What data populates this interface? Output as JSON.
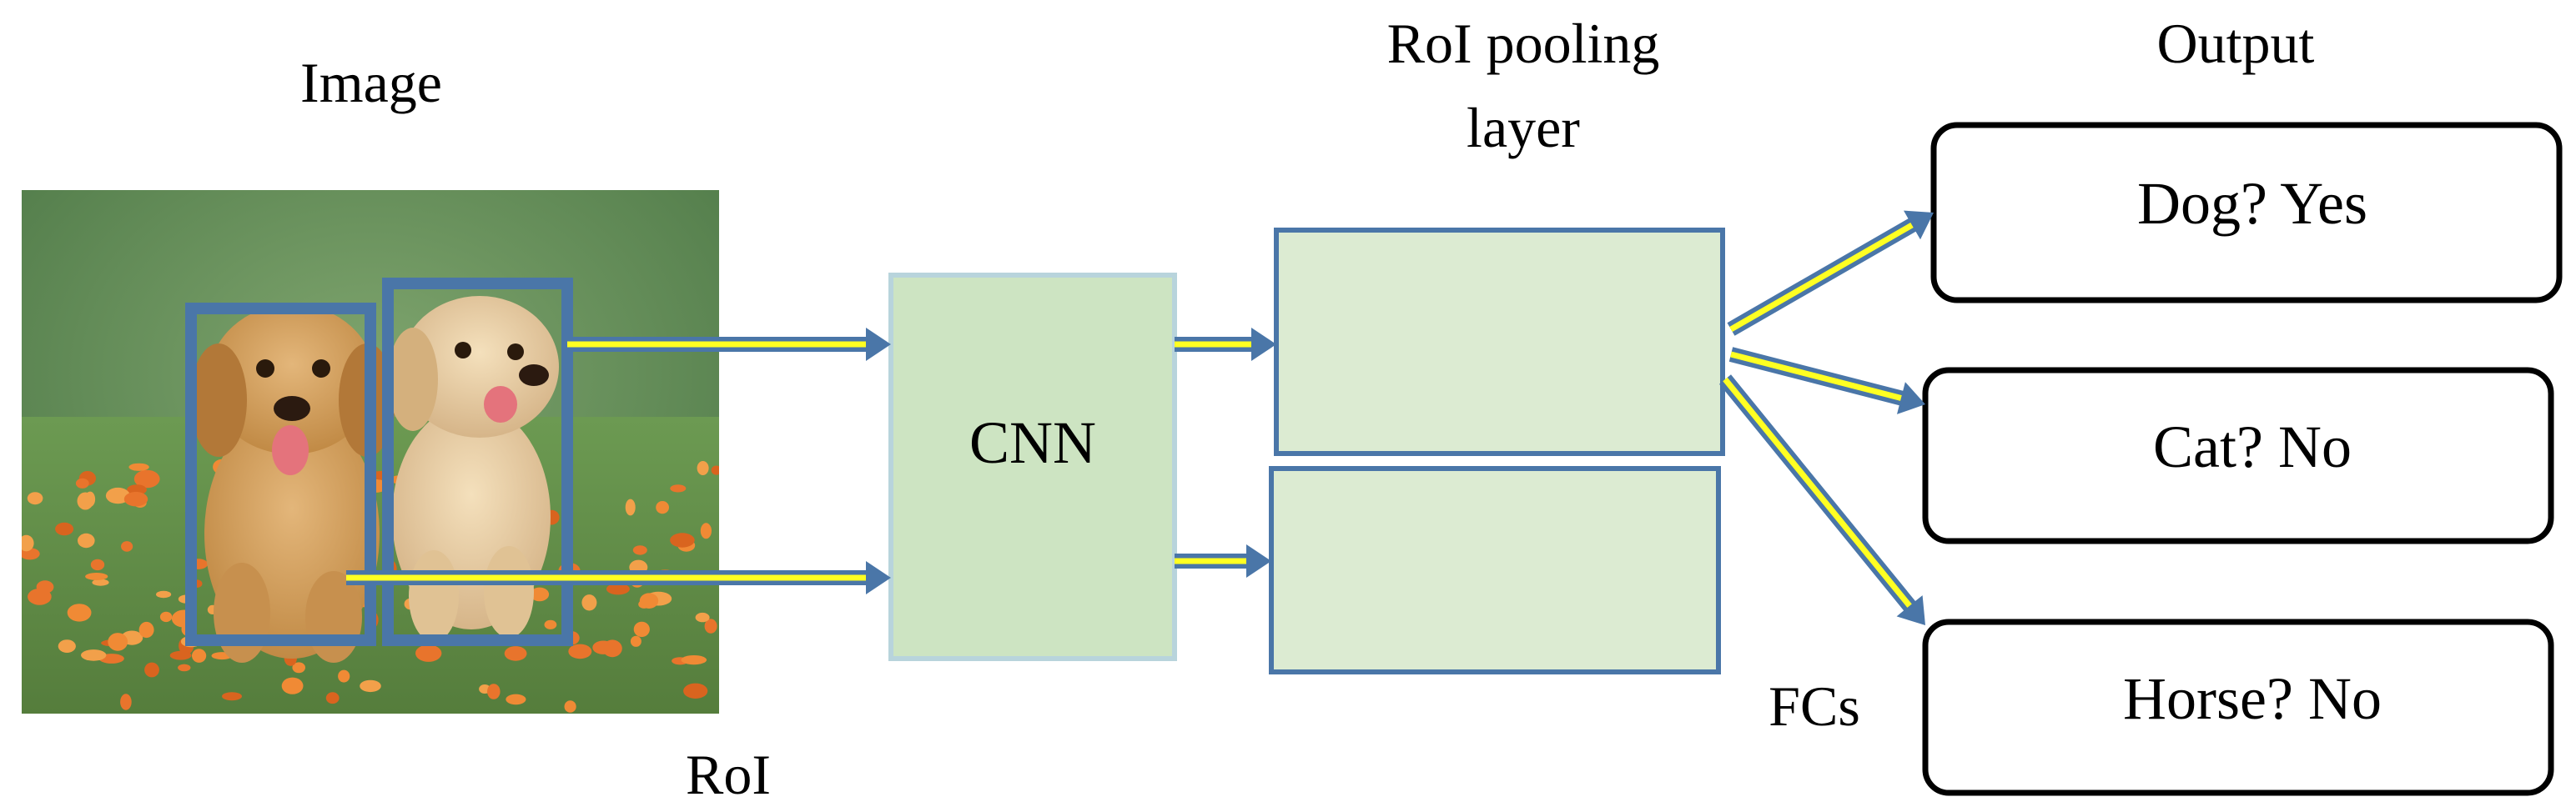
{
  "labels": {
    "image": "Image",
    "roi": "RoI",
    "cnn": "CNN",
    "roi_pooling_line1": "RoI pooling",
    "roi_pooling_line2": "layer",
    "output": "Output",
    "fcs": "FCs"
  },
  "outputs": [
    {
      "text": "Dog? Yes"
    },
    {
      "text": "Cat? No"
    },
    {
      "text": "Horse? No"
    }
  ],
  "colors": {
    "cnn_fill": "#cde4c2",
    "cnn_border": "#b8d4dc",
    "pool_fill": "#dcebd2",
    "pool_border": "#4a76a8",
    "arrow_outline": "#4a76a8",
    "arrow_fill": "#ffff22",
    "roi_box": "#4a76a8",
    "output_border": "#000000"
  },
  "icons": {
    "photo": "puppies-in-flower-field-image"
  }
}
